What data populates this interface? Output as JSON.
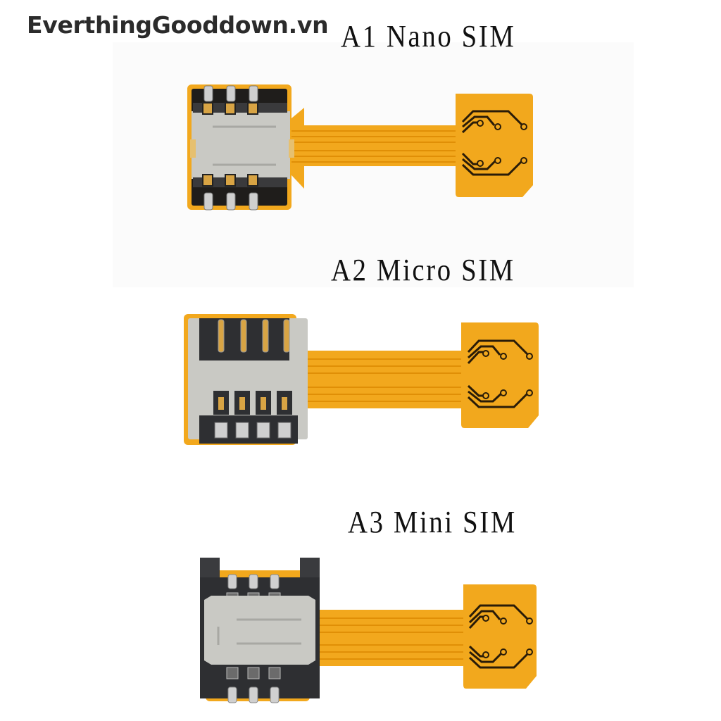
{
  "watermark": {
    "text": "EverthingGooddown.vn"
  },
  "products": [
    {
      "id": "A1",
      "label": "A1 Nano SIM",
      "connector_type": "nano",
      "pins_per_row": 3
    },
    {
      "id": "A2",
      "label": "A2 Micro SIM",
      "connector_type": "micro",
      "pins_per_row": 4
    },
    {
      "id": "A3",
      "label": "A3 Mini SIM",
      "connector_type": "mini",
      "pins_per_row": 3
    }
  ],
  "colors": {
    "flex_cable": "#f2a81d",
    "flex_edge": "#e39a10",
    "trace": "#2a1c08",
    "metal_shield": "#c9c9c4",
    "connector_body": "#2e2f32",
    "pin_gold": "#d8a444",
    "background": "#ffffff"
  }
}
